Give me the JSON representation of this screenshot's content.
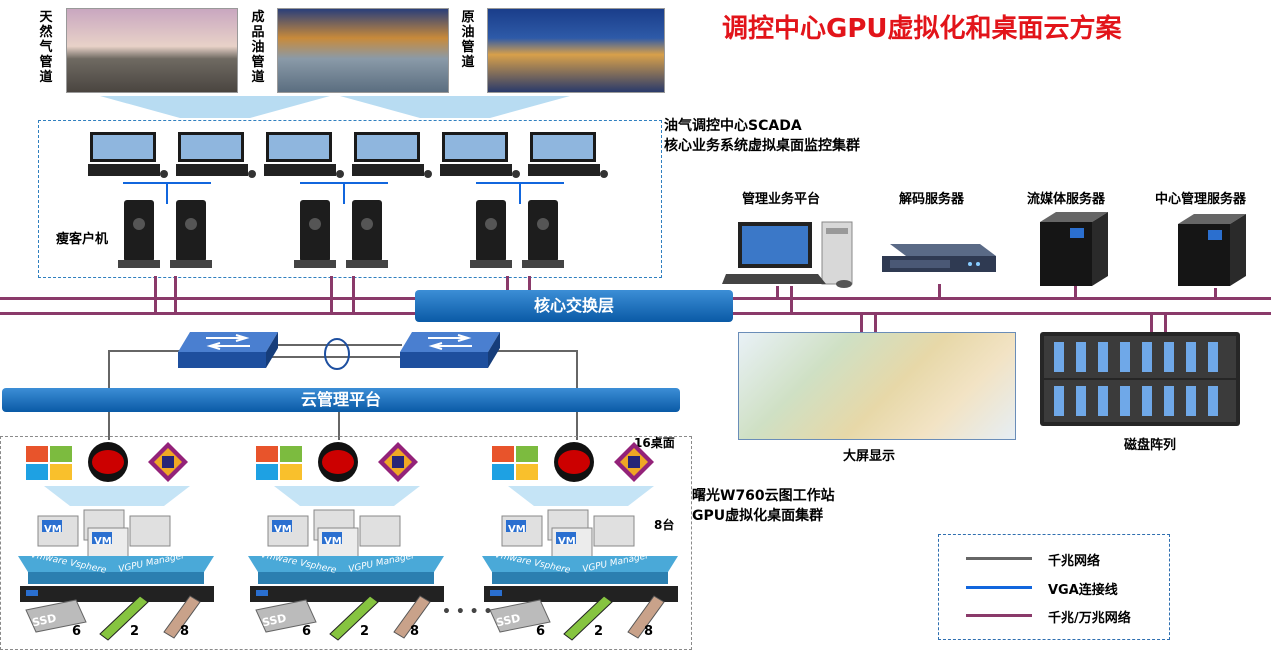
{
  "title": "调控中心GPU虚拟化和桌面云方案",
  "pipelines": [
    {
      "label": "天然气管道"
    },
    {
      "label": "成品油管道"
    },
    {
      "label": "原油管道"
    }
  ],
  "scada": {
    "line1": "油气调控中心SCADA",
    "line2": "核心业务系统虚拟桌面监控集群",
    "thin_client": "瘦客户机"
  },
  "servers": {
    "mgmt": "管理业务平台",
    "decode": "解码服务器",
    "stream": "流媒体服务器",
    "center": "中心管理服务器"
  },
  "core_layer": "核心交换层",
  "cloud_platform": "云管理平台",
  "display": "大屏显示",
  "disk_array": "磁盘阵列",
  "workstation": {
    "line1": "曙光W760云图工作站",
    "line2": "GPU虚拟化桌面集群",
    "desktops": "16桌面",
    "units": "8台",
    "vm": "VM",
    "vsphere": "Vmware Vsphere",
    "vgpu": "VGPU Manager",
    "ssd": "SSD",
    "count_ssd": "6",
    "count_gpu": "2",
    "count_mem": "8",
    "ellipsis": "• • • •"
  },
  "legend": [
    {
      "label": "千兆网络",
      "color": "#666666"
    },
    {
      "label": "VGA连接线",
      "color": "#1166dd"
    },
    {
      "label": "千兆/万兆网络",
      "color": "#8a3a6a"
    }
  ],
  "colors": {
    "title": "#e2141a",
    "network": "#8a3a6a",
    "vga": "#1166dd",
    "gigabit": "#666666",
    "bar": "#0a5aa6"
  }
}
